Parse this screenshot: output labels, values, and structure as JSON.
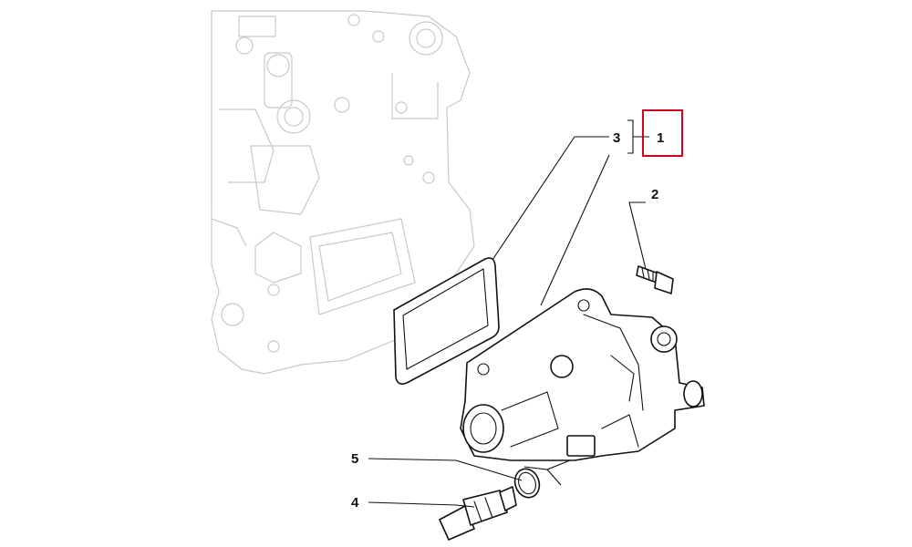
{
  "callouts": [
    {
      "id": "1",
      "label": "1",
      "highlighted": true
    },
    {
      "id": "2",
      "label": "2",
      "highlighted": false
    },
    {
      "id": "3",
      "label": "3",
      "highlighted": false
    },
    {
      "id": "4",
      "label": "4",
      "highlighted": false
    },
    {
      "id": "5",
      "label": "5",
      "highlighted": false
    }
  ],
  "colors": {
    "highlight": "#d0021b",
    "line": "#111111",
    "ghost_outline": "#c8c8c8",
    "background": "#ffffff"
  }
}
